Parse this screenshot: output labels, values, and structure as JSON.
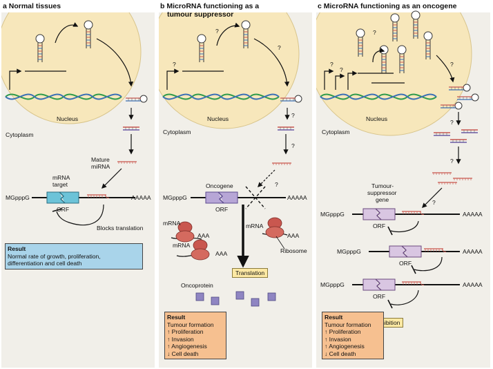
{
  "panels": {
    "a": {
      "letter": "a",
      "title": "Normal tissues",
      "nucleus": "Nucleus",
      "cytoplasm": "Cytoplasm",
      "mature_mirna": [
        "Mature",
        "miRNA"
      ],
      "mrna_target": [
        "mRNA",
        "target"
      ],
      "mgpppg": "MGpppG",
      "aaaaa": "AAAAA",
      "orf": "ORF",
      "blocks": "Blocks translation",
      "result_title": "Result",
      "result_lines": [
        "Normal rate of growth, proliferation,",
        "differentiation and cell death"
      ]
    },
    "b": {
      "letter": "b",
      "title_lines": [
        "MicroRNA functioning as a",
        "tumour suppressor"
      ],
      "nucleus": "Nucleus",
      "cytoplasm": "Cytoplasm",
      "oncogene": "Oncogene",
      "mgpppg": "MGpppG",
      "aaaaa": "AAAAA",
      "orf": "ORF",
      "q": "?",
      "mrna": "mRNA",
      "aaa": "AAA",
      "ribosome": "Ribosome",
      "translation": "Translation",
      "oncoprotein": "Oncoprotein",
      "result_title": "Result",
      "result_lines": [
        "Tumour formation",
        "↑ Proliferation",
        "↑ Invasion",
        "↑ Angiogenesis",
        "↓ Cell death"
      ]
    },
    "c": {
      "letter": "c",
      "title": "MicroRNA functioning as an oncogene",
      "nucleus": "Nucleus",
      "cytoplasm": "Cytoplasm",
      "tsg": [
        "Tumour-",
        "suppressor",
        "gene"
      ],
      "mgpppg": "MGpppG",
      "aaaaa": "AAAAA",
      "orf": "ORF",
      "q": "?",
      "inhibition": "Inhibition",
      "result_title": "Result",
      "result_lines": [
        "Tumour formation",
        "↑ Proliferation",
        "↑ Invasion",
        "↑ Angiogenesis",
        "↓ Cell death"
      ]
    }
  },
  "colors": {
    "panel_bg": "#f1efe9",
    "nucleus": "#f7e7bb",
    "dna_green": "#2e9a4a",
    "dna_blue": "#3a6fb5",
    "orf_a": "#6cc3d8",
    "orf_bc": "#b7a6d6",
    "ribosome": "#c9574f",
    "result_a": "#a9d4ea",
    "result_bc": "#f6c090",
    "tag": "#fde9a4",
    "protein": "#8f85c2"
  }
}
